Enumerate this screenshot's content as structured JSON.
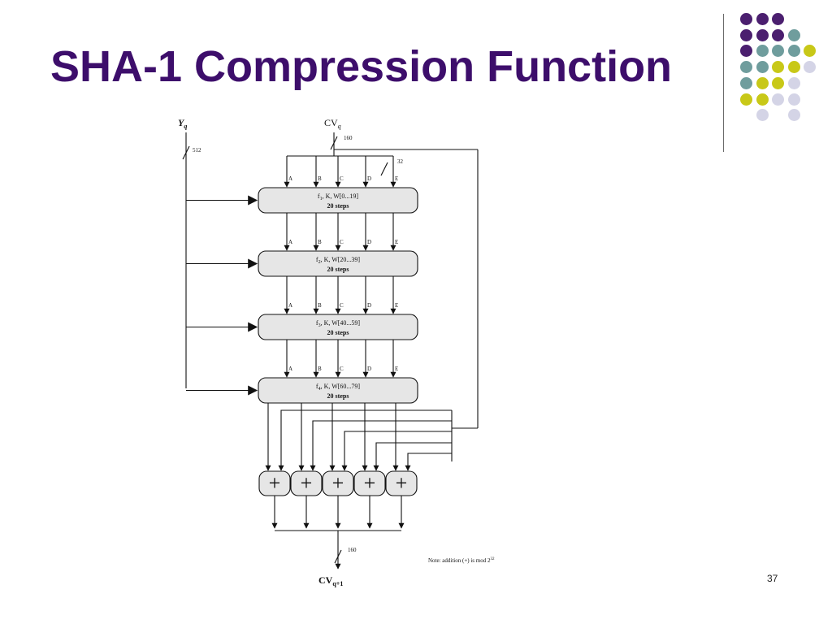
{
  "slide": {
    "title": "SHA-1 Compression Function",
    "page_number": "37"
  },
  "colors": {
    "title": "#3d0e6b",
    "dot_purple": "#4b1f6f",
    "dot_teal": "#6f9d9d",
    "dot_yellow": "#c8c818",
    "dot_lavender": "#d4d4e6",
    "box_fill": "#e6e6e6",
    "line": "#111111"
  },
  "decoration": {
    "dot_grid": [
      [
        "purple",
        "purple",
        "purple",
        "",
        ""
      ],
      [
        "purple",
        "purple",
        "purple",
        "teal",
        ""
      ],
      [
        "purple",
        "teal",
        "teal",
        "teal",
        "yellow"
      ],
      [
        "teal",
        "teal",
        "yellow",
        "yellow",
        "lavender"
      ],
      [
        "teal",
        "yellow",
        "yellow",
        "lavender",
        ""
      ],
      [
        "yellow",
        "yellow",
        "lavender",
        "lavender",
        ""
      ],
      [
        "",
        "lavender",
        "",
        "lavender",
        ""
      ]
    ]
  },
  "diagram": {
    "input_message": "Y",
    "input_message_sub": "q",
    "input_chain": "CV",
    "input_chain_sub": "q",
    "output_chain": "CV",
    "output_chain_sub": "q+1",
    "width_message": "512",
    "width_chain_in": "160",
    "width_word": "32",
    "width_chain_out": "160",
    "registers": [
      "A",
      "B",
      "C",
      "D",
      "E"
    ],
    "rounds": [
      {
        "f": "f",
        "f_sub": "1",
        "rest": ", K, W[0...19]",
        "steps": "20 steps"
      },
      {
        "f": "f",
        "f_sub": "2",
        "rest": ", K, W[20...39]",
        "steps": "20 steps"
      },
      {
        "f": "f",
        "f_sub": "3",
        "rest": ", K, W[40...59]",
        "steps": "20 steps"
      },
      {
        "f": "f",
        "f_sub": "4",
        "rest": ", K, W[60...79]",
        "steps": "20 steps"
      }
    ],
    "adder_symbol": "+",
    "note": "Note:  addition (+) is mod 2",
    "note_exponent": "32"
  }
}
